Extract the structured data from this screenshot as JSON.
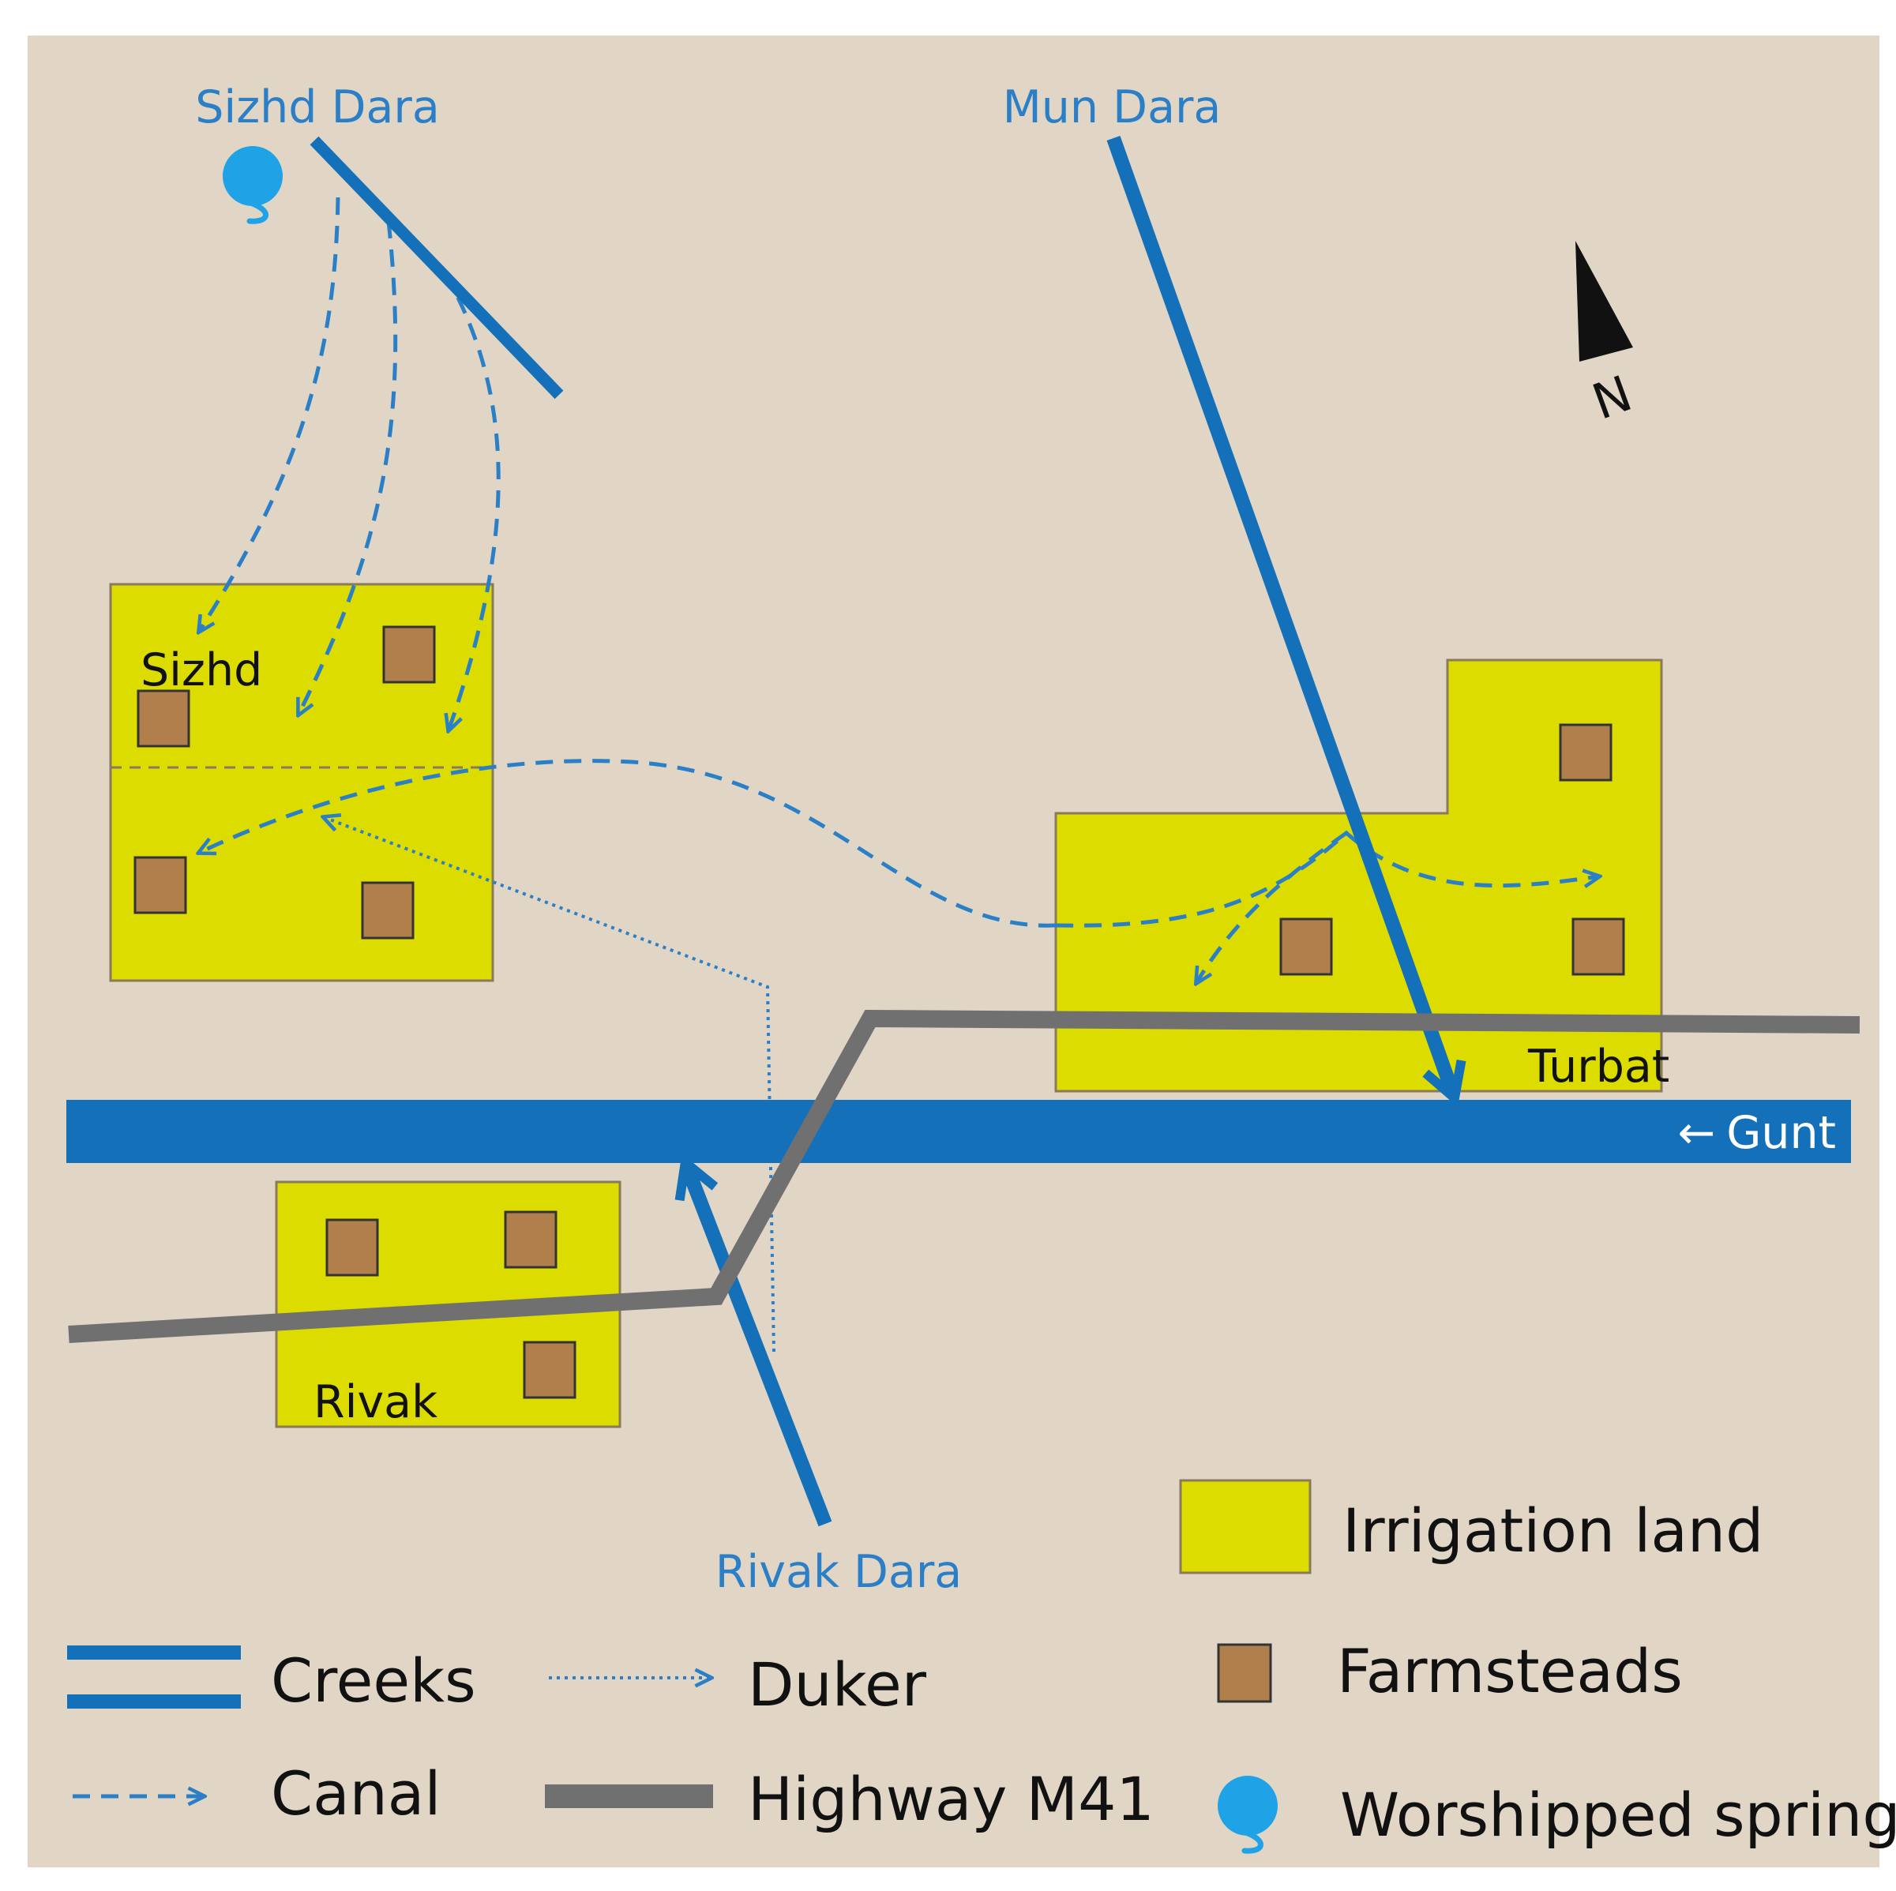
{
  "title": "",
  "colors": {
    "background": "#e1d6c6",
    "creek": "#1470b8",
    "river": "#1470b8",
    "canal": "#2a7fc7",
    "duker": "#2a7fc7",
    "highway": "#707070",
    "irrigation_land": "#dcdc00",
    "farmstead": "#b07f4b",
    "spring": "#1fa3e6",
    "label_blue": "#2a7fc7"
  },
  "north_arrow": {
    "label": "N"
  },
  "creeks": [
    {
      "name": "Sizhd Dara"
    },
    {
      "name": "Mun Dara"
    },
    {
      "name": "Rivak Dara"
    }
  ],
  "river": {
    "name": "Gunt",
    "flow_symbol": "←"
  },
  "villages": [
    {
      "name": "Sizhd"
    },
    {
      "name": "Turbat"
    },
    {
      "name": "Rivak"
    }
  ],
  "legend": {
    "creeks": "Creeks",
    "canal": "Canal",
    "duker": "Duker",
    "highway": "Highway M41",
    "irrigation_land": "Irrigation land",
    "farmsteads": "Farmsteads",
    "spring": "Worshipped spring"
  }
}
